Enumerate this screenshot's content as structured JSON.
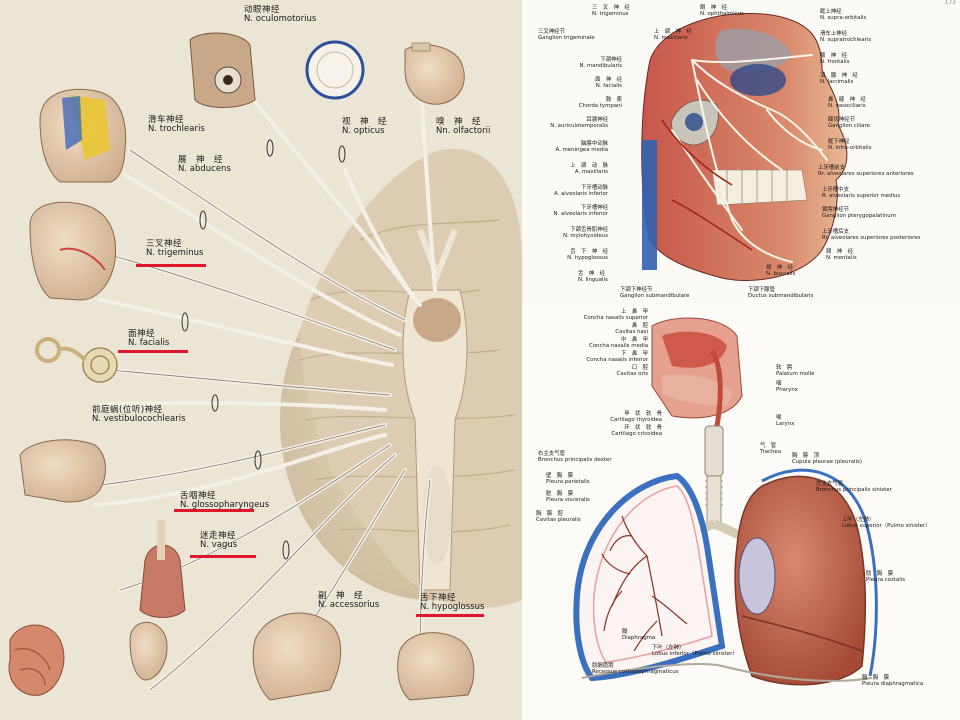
{
  "left_panel": {
    "labels": {
      "oculomotor": {
        "zh": "动眼神经",
        "la": "N. oculomotorius"
      },
      "trochlear": {
        "zh": "滑车神经",
        "la": "N. trochlearis"
      },
      "optic": {
        "zh": "视　神　经",
        "la": "N. opticus"
      },
      "olfactory": {
        "zh": "嗅　神　经",
        "la": "Nn. olfactorii"
      },
      "abducens": {
        "zh": "展　神　经",
        "la": "N. abducens"
      },
      "trigeminal": {
        "zh": "三叉神经",
        "la": "N. trigeminus"
      },
      "facial": {
        "zh": "面神经",
        "la": "N. facialis"
      },
      "vestibulocochlear": {
        "zh": "前庭蜗(位听)神经",
        "la": "N. vestibulocochlearis"
      },
      "glossopharyngeal": {
        "zh": "舌咽神经",
        "la": "N. glossopharyngeus"
      },
      "vagus": {
        "zh": "迷走神经",
        "la": "N. vagus"
      },
      "accessory": {
        "zh": "副　神　经",
        "la": "N. accessorius"
      },
      "hypoglossal": {
        "zh": "舌下神经",
        "la": "N. hypoglossus"
      }
    }
  },
  "top_right_panel": {
    "page_number": "173",
    "labels": {
      "trigeminus": {
        "zh": "三　叉　神　经",
        "la": "N. trigeminus"
      },
      "ophthalmicus": {
        "zh": "眼　神　经",
        "la": "N. ophthalmicus"
      },
      "supraorbitalis": {
        "zh": "眶上神经",
        "la": "N. supra-orbitalis"
      },
      "ggl_trigeminale": {
        "zh": "三叉神经节",
        "la": "Ganglion trigeminale"
      },
      "maxillaris": {
        "zh": "上　颌　神　经",
        "la": "N. maxillaris"
      },
      "supratrochlearis": {
        "zh": "滑车上神经",
        "la": "N. supratrochlearis"
      },
      "mandibularis": {
        "zh": "下颌神经",
        "la": "N. mandibularis"
      },
      "frontalis": {
        "zh": "额　神　经",
        "la": "N. frontalis"
      },
      "facialis": {
        "zh": "面　神　经",
        "la": "N. facialis"
      },
      "lacrimalis": {
        "zh": "泪　腺　神　经",
        "la": "N. lacrimalis"
      },
      "chorda": {
        "zh": "鼓　索",
        "la": "Chorda tympani"
      },
      "nasociliaris": {
        "zh": "鼻　睫　神　经",
        "la": "N. nasociliaris"
      },
      "auriculotemporalis": {
        "zh": "耳颞神经",
        "la": "N. auriculotemporalis"
      },
      "ggl_ciliare": {
        "zh": "睫状神经节",
        "la": "Ganglion ciliare"
      },
      "meningea": {
        "zh": "脑膜中动脉",
        "la": "A. meningea media"
      },
      "infraorbitalis": {
        "zh": "眶下神经",
        "la": "N. infra-orbitalis"
      },
      "a_maxillaris": {
        "zh": "上　颌　动　脉",
        "la": "A. maxillaris"
      },
      "alv_sup_ant": {
        "zh": "上牙槽前支",
        "la": "Rr. alveolares superiores anteriores"
      },
      "a_alv_inf": {
        "zh": "下牙槽动脉",
        "la": "A. alveolaris inferior"
      },
      "alv_sup_med": {
        "zh": "上牙槽中支",
        "la": "R. alveolaris superior medius"
      },
      "n_alv_inf": {
        "zh": "下牙槽神经",
        "la": "N. alveolaris inferior"
      },
      "ggl_pterygo": {
        "zh": "翼腭神经节",
        "la": "Ganglion pterygopalatinum"
      },
      "mylohyoideus": {
        "zh": "下颌舌骨肌神经",
        "la": "N. mylohyoideus"
      },
      "alv_sup_post": {
        "zh": "上牙槽后支",
        "la": "Rr. alveolares superiores posteriores"
      },
      "hypoglossus": {
        "zh": "舌　下　神　经",
        "la": "N. hypoglossus"
      },
      "mentalis": {
        "zh": "颏　神　经",
        "la": "N. mentalis"
      },
      "lingualis": {
        "zh": "舌　神　经",
        "la": "N. lingualis"
      },
      "buccalis": {
        "zh": "颊　神　经",
        "la": "N. buccalis"
      },
      "ggl_submand": {
        "zh": "下颌下神经节",
        "la": "Ganglion submandibulare"
      },
      "ductus": {
        "zh": "下颌下腺管",
        "la": "Ductus submandibularis"
      }
    }
  },
  "bottom_right_panel": {
    "labels": {
      "concha_sup": {
        "zh": "上　鼻　甲",
        "la": "Concha nasalis superior"
      },
      "cavitas_nasi": {
        "zh": "鼻　腔",
        "la": "Cavitas nasi"
      },
      "concha_med": {
        "zh": "中　鼻　甲",
        "la": "Concha nasalis media"
      },
      "concha_inf": {
        "zh": "下　鼻　甲",
        "la": "Concha nasalis inferior"
      },
      "cavitas_oris": {
        "zh": "口　腔",
        "la": "Cavitas oris"
      },
      "palatum": {
        "zh": "软　腭",
        "la": "Palatum molle"
      },
      "pharynx": {
        "zh": "咽",
        "la": "Pharynx"
      },
      "larynx": {
        "zh": "喉",
        "la": "Larynx"
      },
      "thyroidea": {
        "zh": "甲　状　软　骨",
        "la": "Cartilago thyroidea"
      },
      "cricoidea": {
        "zh": "环　状　软　骨",
        "la": "Cartilago cricoidea"
      },
      "trachea": {
        "zh": "气　管",
        "la": "Trachea"
      },
      "bronchus_dex": {
        "zh": "右主支气管",
        "la": "Bronchus principalis dexter"
      },
      "cupula": {
        "zh": "胸　膜　顶",
        "la": "Cupula pleurae (pleuralis)"
      },
      "bronchus_sin": {
        "zh": "左主支气管",
        "la": "Bronchus principalis sinister"
      },
      "pleura_par": {
        "zh": "壁　胸　膜",
        "la": "Pleura parietalis"
      },
      "pleura_visc": {
        "zh": "脏　胸　膜",
        "la": "Pleura visceralis"
      },
      "lobus_sup": {
        "zh": "上叶（左肺）",
        "la": "Lobus superior（Pulmo sinister）"
      },
      "cavitas_pl": {
        "zh": "胸　膜　腔",
        "la": "Cavitas pleuralis"
      },
      "pleura_cost": {
        "zh": "肋　胸　膜",
        "la": "Pleura costalis"
      },
      "diaphragma": {
        "zh": "膈",
        "la": "Diaphragma"
      },
      "lobus_inf": {
        "zh": "下叶（左肺）",
        "la": "Lobus inferior（Pulmo sinister）"
      },
      "recessus": {
        "zh": "肋膈隐窝",
        "la": "Recessus costodiaphragmaticus"
      },
      "pleura_diaph": {
        "zh": "膈　胸　膜",
        "la": "Pleura diaphragmatica"
      }
    }
  },
  "colors": {
    "highlight_underline": "#e0162b",
    "nerve": "#f2efe6",
    "muscle": "#b53c2a",
    "lung": "#c8705a",
    "pleura_blue": "#3b6fc0"
  }
}
